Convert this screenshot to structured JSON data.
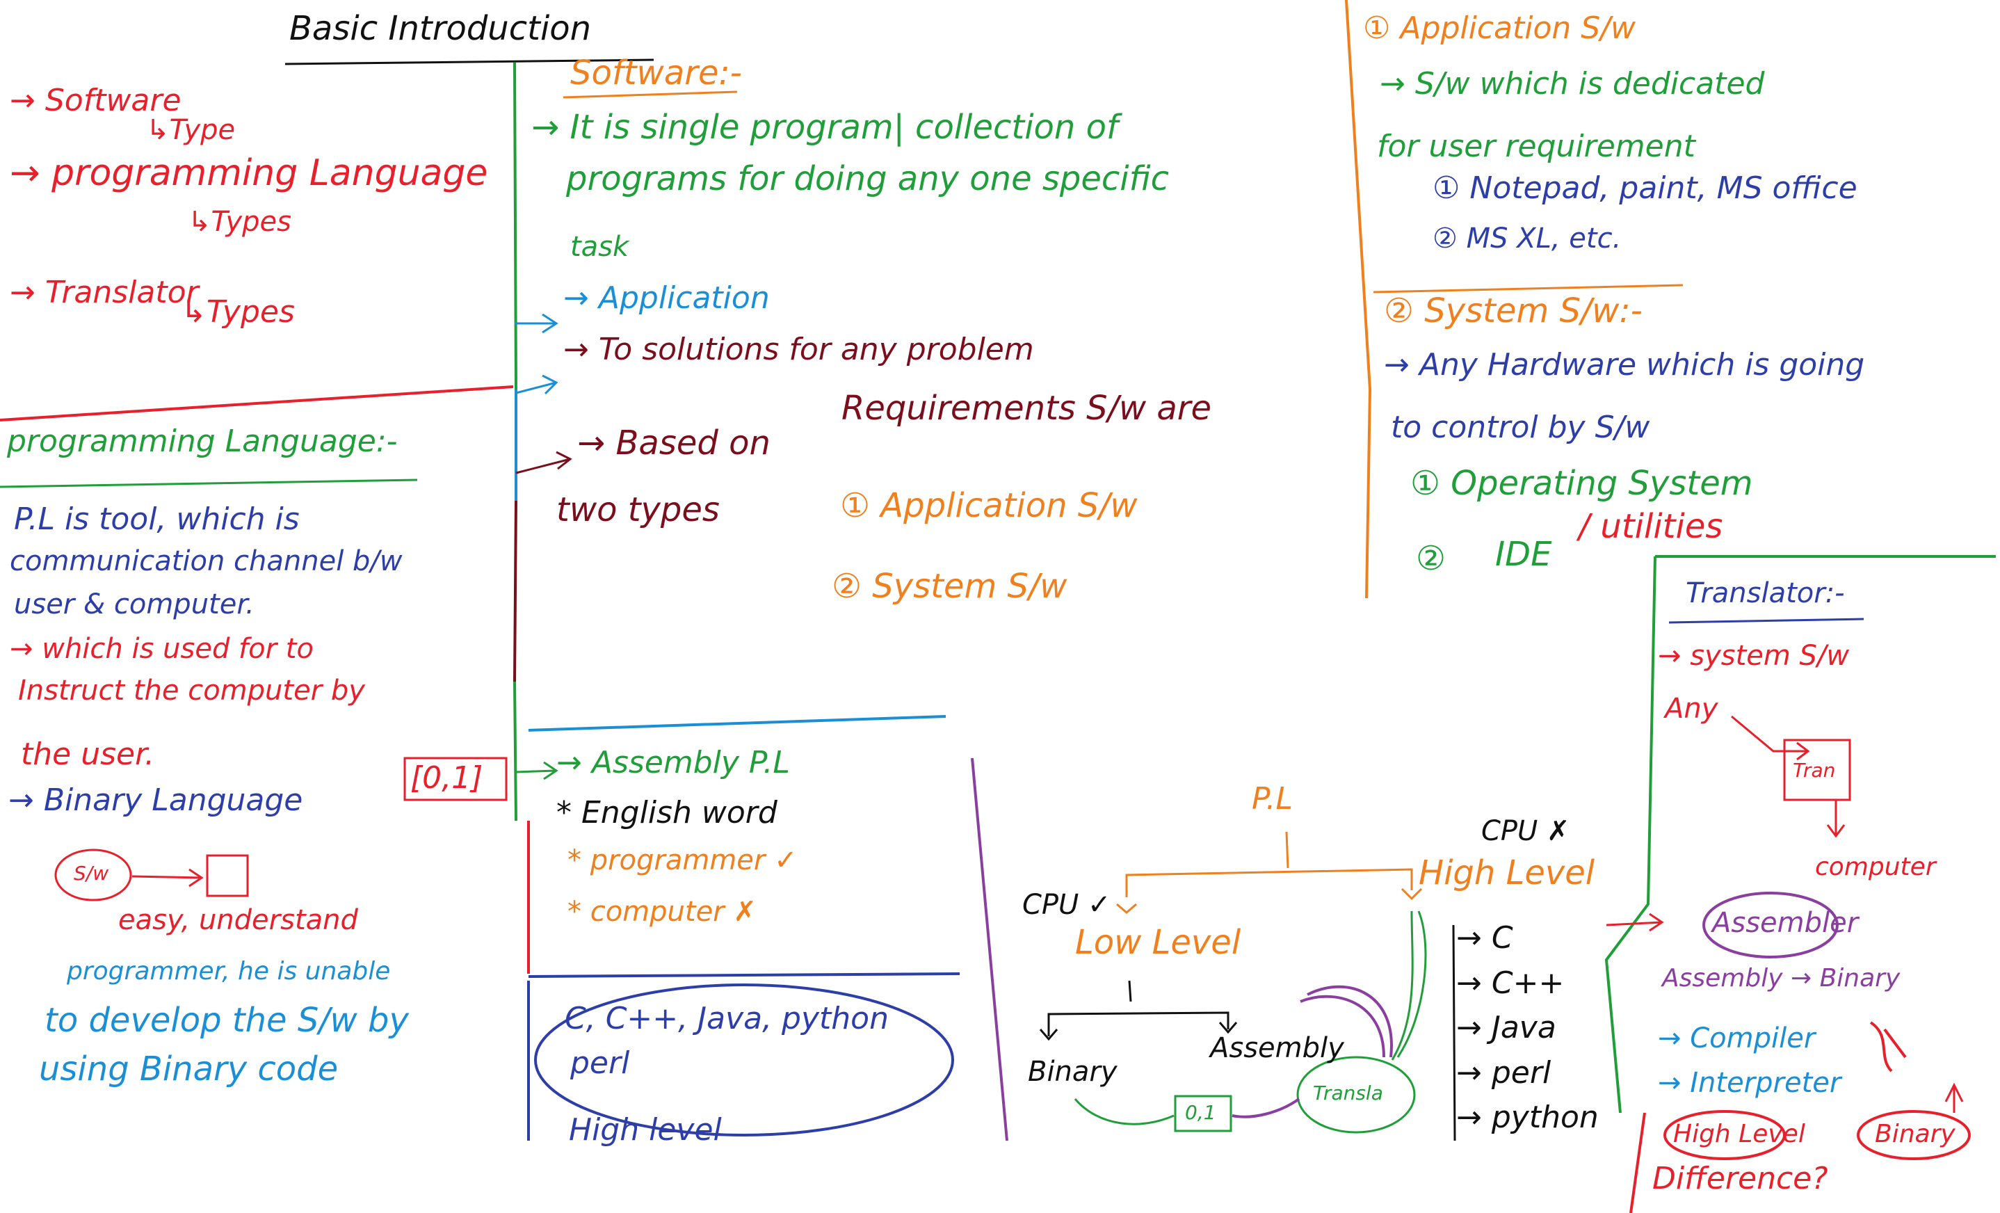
{
  "colors": {
    "red": "#e8202b",
    "green": "#1f9e3a",
    "blue": "#2e3ea8",
    "light_blue": "#1b8fd6",
    "orange": "#f0801e",
    "maroon": "#7b0e1c",
    "black": "#111111",
    "purple": "#8a3fa0"
  },
  "title": "Basic Introduction",
  "overview": {
    "software": "→ Software",
    "software_sub": "↳Type",
    "pl": "→ programming Language",
    "pl_sub": "↳Types",
    "translator": "→ Translator",
    "translator_sub": "↳Types"
  },
  "pl_section": {
    "heading": "programming Language:-",
    "def_line1": "P.L is tool, which is",
    "def_line2": "communication channel b/w",
    "def_line3": "user & computer.",
    "use_line1": "→ which is used for to",
    "use_line2": "Instruct the computer by",
    "use_line3": "the user.",
    "binary": "→ Binary Language",
    "binary_box": "[0,1]",
    "sw_bubble": "S/w",
    "easy": "easy, understand",
    "prog_line1": "programmer, he is unable",
    "prog_line2": "to develop the S/w by",
    "prog_line3": "using Binary code"
  },
  "software_section": {
    "heading": "Software:-",
    "line1": "→ It is single program| collection of",
    "line2": "programs for doing any one specific",
    "line3": "task",
    "application": "→ Application",
    "solutions": "→ To solutions for any problem",
    "based": "→ Based on",
    "requirements": "Requirements S/w are",
    "two_types": "two types",
    "type1": "① Application S/w",
    "type2": "② System S/w"
  },
  "assembly_section": {
    "heading": "→ Assembly P.L",
    "item1": "* English word",
    "item2": "* programmer ✓",
    "item3": "* computer ✗",
    "high_list_line1": "C, C++, Java, python",
    "high_list_line2": "perl",
    "high_level": "High level"
  },
  "diagram": {
    "pl": "P.L",
    "cpu_check": "CPU ✓",
    "cpu_cross": "CPU ✗",
    "low_level": "Low Level",
    "high_level": "High Level",
    "binary": "Binary",
    "assembly": "Assembly",
    "binary_box": "0,1",
    "translator_bubble": "Transla",
    "languages": [
      "→ C",
      "→ C++",
      "→ Java",
      "→ perl",
      "→ python"
    ]
  },
  "app_sw": {
    "heading": "① Application S/w",
    "line1": "→ S/w which is dedicated",
    "line2": "for user requirement",
    "ex1": "① Notepad, paint, MS office",
    "ex2": "② MS XL, etc."
  },
  "sys_sw": {
    "heading": "② System S/w:-",
    "line1": "→ Any Hardware which is going",
    "line2": "to control by S/w",
    "item1": "① Operating System",
    "item2_num": "②",
    "item2_a": "IDE",
    "item2_b": "/ utilities"
  },
  "translator_section": {
    "heading": "Translator:-",
    "line1": "→ system S/w",
    "any": "Any",
    "box": "Tran",
    "computer": "computer",
    "assembler": "Assembler",
    "asm_to_bin": "Assembly → Binary",
    "compiler": "→ Compiler",
    "interpreter": "→ Interpreter",
    "high_level": "High Level",
    "binary": "Binary",
    "difference": "Difference?"
  }
}
